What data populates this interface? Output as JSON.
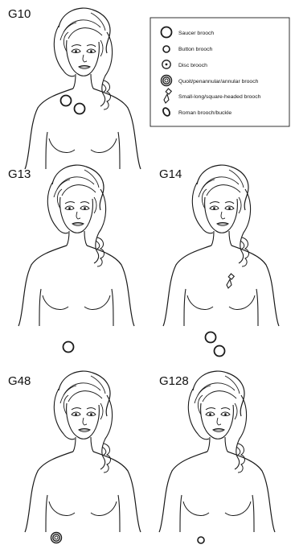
{
  "panels": [
    {
      "label": "G10",
      "brooches": [
        {
          "type": "saucer"
        },
        {
          "type": "saucer"
        }
      ]
    },
    {
      "label": "G13",
      "brooches": [
        {
          "type": "saucer"
        }
      ]
    },
    {
      "label": "G14",
      "brooches": [
        {
          "type": "small-long"
        },
        {
          "type": "saucer"
        },
        {
          "type": "saucer"
        }
      ]
    },
    {
      "label": "G48",
      "brooches": [
        {
          "type": "quoit"
        }
      ]
    },
    {
      "label": "G128",
      "brooches": [
        {
          "type": "button"
        }
      ]
    }
  ],
  "legend": {
    "items": [
      {
        "key": "saucer",
        "label": "Saucer brooch",
        "icon": "saucer-brooch-icon"
      },
      {
        "key": "button",
        "label": "Button brooch",
        "icon": "button-brooch-icon"
      },
      {
        "key": "disc",
        "label": "Disc brooch",
        "icon": "disc-brooch-icon"
      },
      {
        "key": "quoit",
        "label": "Quoit/penannular/annular brooch",
        "icon": "quoit-brooch-icon"
      },
      {
        "key": "small-long",
        "label": "Small-long/square-headed brooch",
        "icon": "small-long-brooch-icon"
      },
      {
        "key": "roman",
        "label": "Roman brooch/buckle",
        "icon": "roman-brooch-icon"
      }
    ]
  },
  "colors": {
    "line": "#1a1a1a",
    "background": "#ffffff"
  }
}
